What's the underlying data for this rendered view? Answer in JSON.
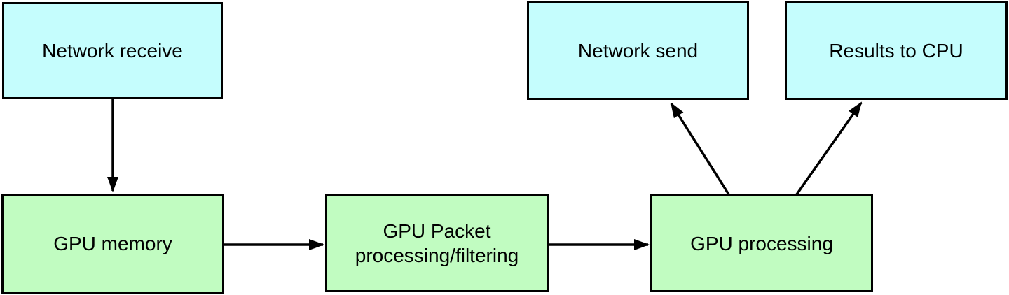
{
  "diagram": {
    "background_color": "#ffffff",
    "line_color": "#000000",
    "text_color": "#000000",
    "colors": {
      "io_box_fill": "#c5fdfd",
      "gpu_box_fill": "#c1fcc1"
    },
    "nodes": {
      "network_receive": {
        "label": "Network receive",
        "fill": "#c5fdfd"
      },
      "network_send": {
        "label": "Network send",
        "fill": "#c5fdfd"
      },
      "results_to_cpu": {
        "label": "Results to CPU",
        "fill": "#c5fdfd"
      },
      "gpu_memory": {
        "label": "GPU memory",
        "fill": "#c1fcc1"
      },
      "gpu_packet_processing": {
        "label": "GPU Packet\nprocessing/filtering",
        "fill": "#c1fcc1"
      },
      "gpu_processing": {
        "label": "GPU processing",
        "fill": "#c1fcc1"
      }
    },
    "edges": [
      {
        "from": "network_receive",
        "to": "gpu_memory",
        "points": [
          161,
          142,
          161,
          273
        ]
      },
      {
        "from": "gpu_memory",
        "to": "gpu_packet_processing",
        "points": [
          319,
          350,
          461,
          350
        ]
      },
      {
        "from": "gpu_packet_processing",
        "to": "gpu_processing",
        "points": [
          783,
          350,
          925,
          350
        ]
      },
      {
        "from": "gpu_processing",
        "to": "network_send",
        "points": [
          1040,
          278,
          958,
          148
        ]
      },
      {
        "from": "gpu_processing",
        "to": "results_to_cpu",
        "points": [
          1137,
          278,
          1229,
          147
        ]
      }
    ]
  }
}
